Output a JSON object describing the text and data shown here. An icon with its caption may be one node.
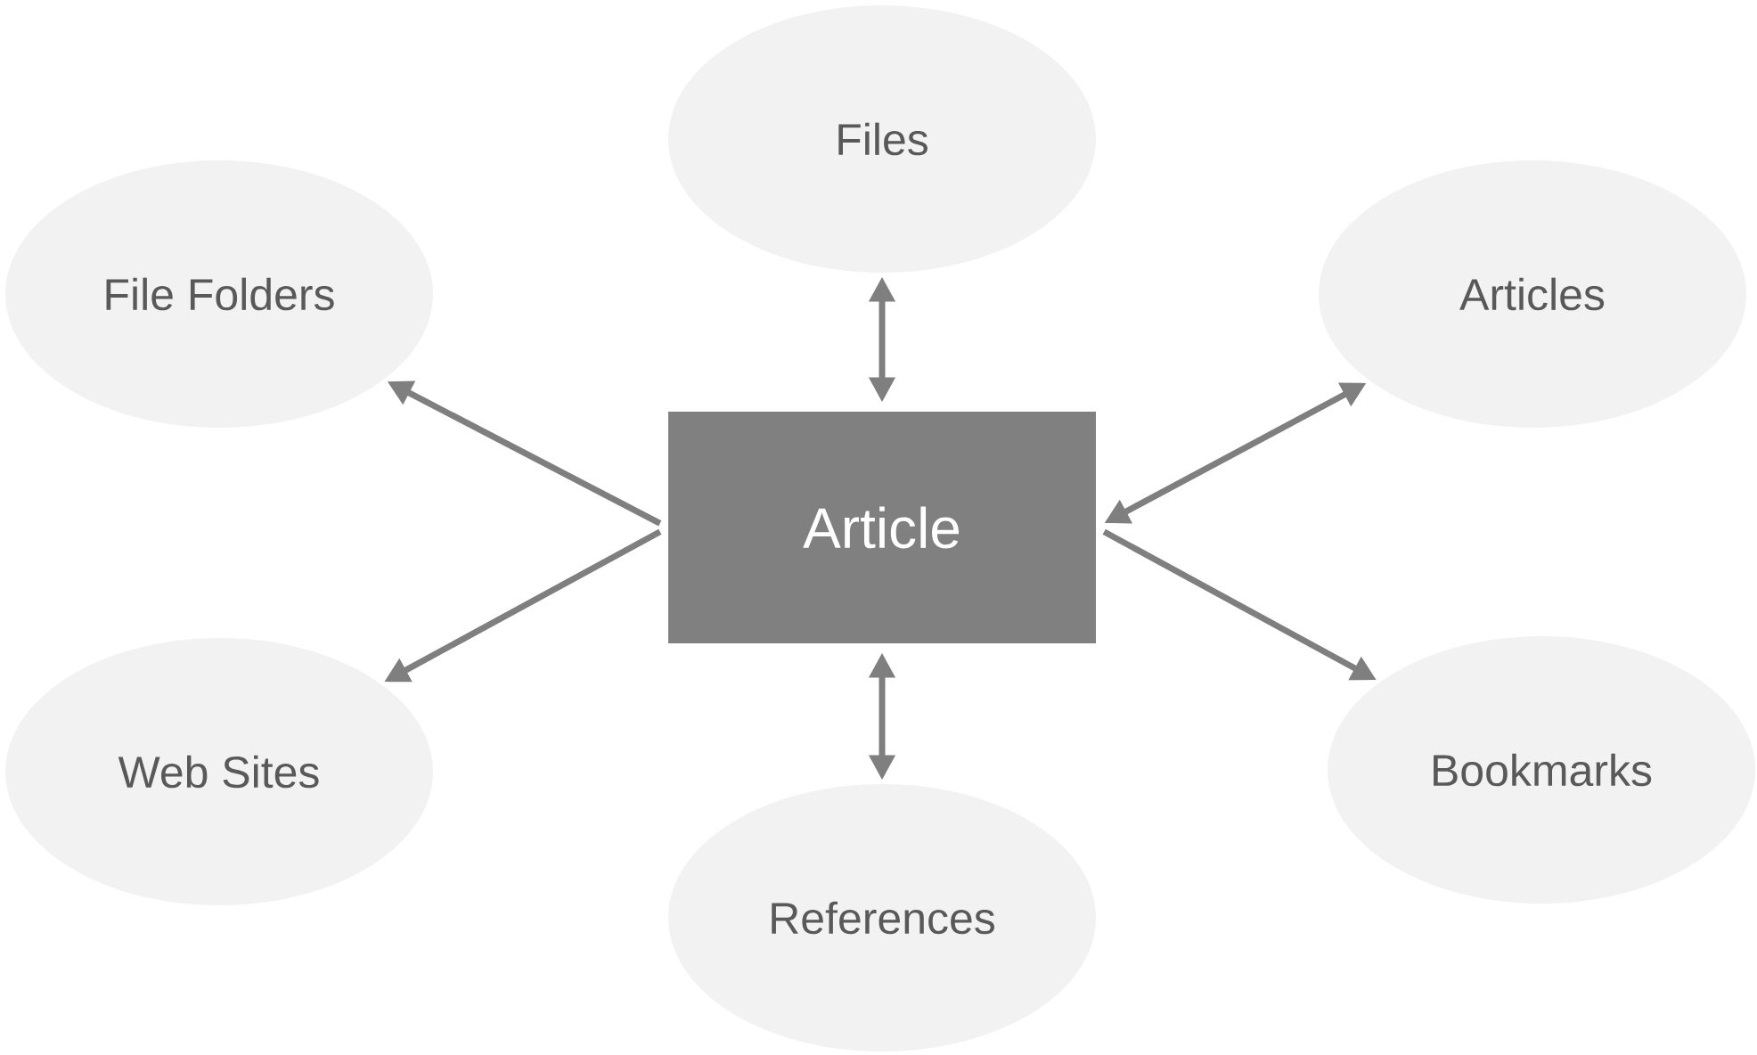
{
  "diagram": {
    "nodes": [
      {
        "text": [
          "Files"
        ]
      },
      {
        "text": [
          "File Folders"
        ]
      },
      {
        "text": [
          "Articles"
        ]
      },
      {
        "text": [
          "Article"
        ]
      },
      {
        "text": [
          "Web Sites"
        ]
      },
      {
        "text": [
          "Bookmarks"
        ]
      },
      {
        "text": [
          "References"
        ]
      }
    ],
    "edges": [
      {
        "from": 3,
        "to": 0,
        "arrow": "both"
      },
      {
        "from": 3,
        "to": 1,
        "arrow": "to"
      },
      {
        "from": 3,
        "to": 2,
        "arrow": "both"
      },
      {
        "from": 3,
        "to": 4,
        "arrow": "to"
      },
      {
        "from": 3,
        "to": 5,
        "arrow": "to"
      },
      {
        "from": 3,
        "to": 6,
        "arrow": "both"
      }
    ]
  }
}
